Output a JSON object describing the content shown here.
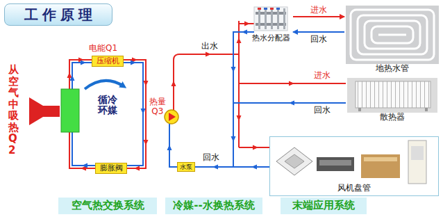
{
  "diagram": {
    "title": "工作原理",
    "nodes": [
      {
        "text": [
          "压缩机"
        ]
      },
      {
        "text": [
          "膨胀阀"
        ]
      },
      {
        "text": [
          "水泵"
        ]
      },
      {
        "text": [
          "热水分配器"
        ]
      },
      {
        "text": [
          "地热水管"
        ]
      },
      {
        "text": [
          "散热器"
        ]
      },
      {
        "text": [
          "风机盘管"
        ]
      },
      {
        "text": [
          "空气热交换系统"
        ]
      },
      {
        "text": [
          "冷媒--水换热系统"
        ]
      },
      {
        "text": [
          "末端应用系统"
        ]
      }
    ],
    "edges": [
      {
        "from": 3,
        "to": 4,
        "arrow": "to",
        "label": "进水"
      },
      {
        "from": 4,
        "to": 3,
        "arrow": "to",
        "label": "回水"
      }
    ],
    "labels": [
      "从空气中吸热Q2",
      "电能Q1",
      "循环冷媒",
      "热量 Q3",
      "出水",
      "回水",
      "进水",
      "回水"
    ]
  }
}
